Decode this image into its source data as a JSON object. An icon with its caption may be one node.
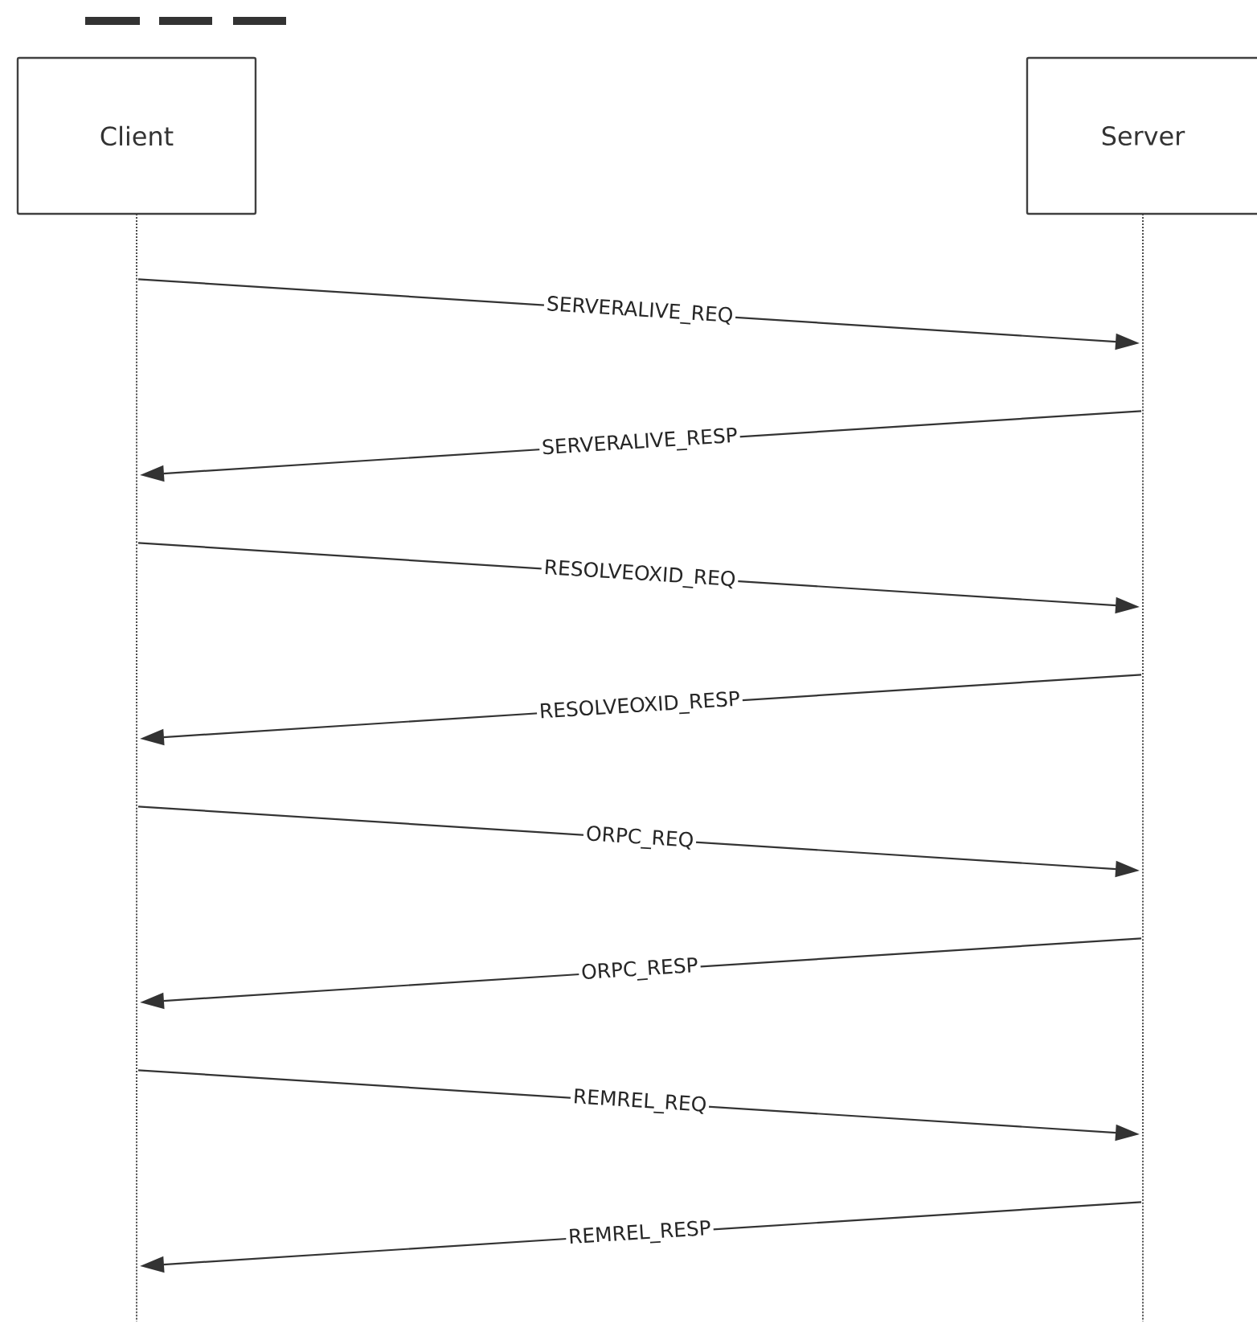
{
  "diagram": {
    "nodes": [
      {
        "text": [
          "Client"
        ]
      },
      {
        "text": [
          "Server"
        ]
      }
    ],
    "edges": [
      {
        "from": 0,
        "to": 1,
        "arrow": "to",
        "label": "SERVERALIVE_REQ"
      },
      {
        "from": 1,
        "to": 0,
        "arrow": "to",
        "label": "SERVERALIVE_RESP"
      },
      {
        "from": 0,
        "to": 1,
        "arrow": "to",
        "label": "RESOLVEOXID_REQ"
      },
      {
        "from": 1,
        "to": 0,
        "arrow": "to",
        "label": "RESOLVEOXID_RESP"
      },
      {
        "from": 0,
        "to": 1,
        "arrow": "to",
        "label": "ORPC_REQ"
      },
      {
        "from": 1,
        "to": 0,
        "arrow": "to",
        "label": "ORPC_RESP"
      },
      {
        "from": 0,
        "to": 1,
        "arrow": "to",
        "label": "REMREL_REQ"
      },
      {
        "from": 1,
        "to": 0,
        "arrow": "to",
        "label": "REMREL_RESP"
      }
    ]
  }
}
